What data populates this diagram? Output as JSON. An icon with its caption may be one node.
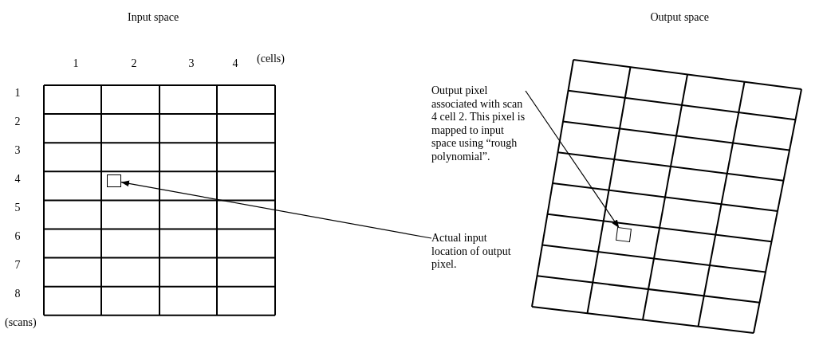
{
  "diagram": {
    "nodes": [
      {
        "text": [
          "Output pixel associated with scan 4 cell 2. This pixel is mapped to input space using “rough polynomial”."
        ]
      },
      {
        "text": [],
        "shape": "box"
      },
      {
        "text": [
          "Actual input location of output pixel."
        ]
      },
      {
        "text": [],
        "shape": "box"
      }
    ],
    "edges": [
      {
        "from": 0,
        "to": 1,
        "arrow": "to"
      },
      {
        "from": 2,
        "to": 3,
        "arrow": "to"
      }
    ],
    "labels": [
      "Input space",
      "Output space",
      "1",
      "2",
      "3",
      "4",
      "(cells)",
      "1",
      "2",
      "3",
      "4",
      "5",
      "6",
      "7",
      "8",
      "(scans)"
    ]
  }
}
